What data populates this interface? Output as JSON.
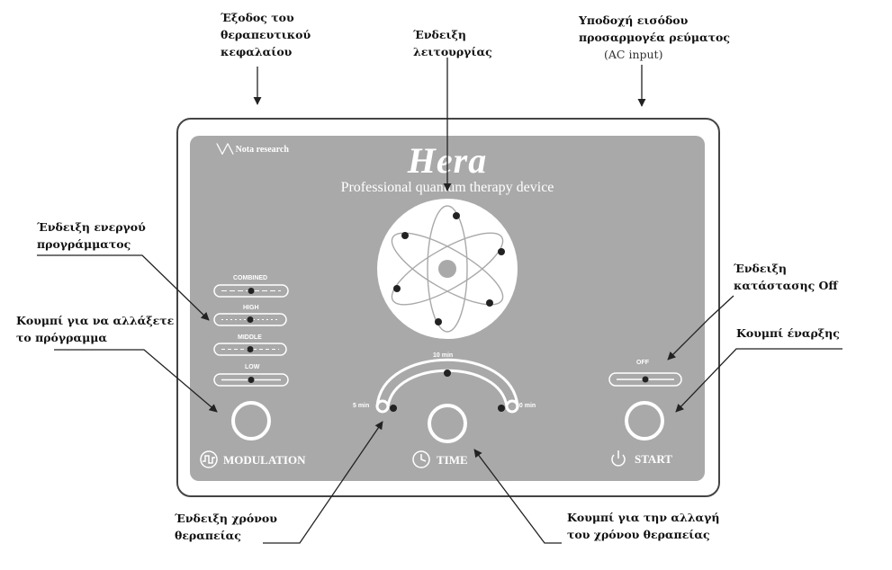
{
  "callouts": {
    "head_output": [
      "Έξοδος του",
      "θεραπευτικού",
      "κεφαλαίου"
    ],
    "operation_indicator": [
      "Ένδειξη",
      "λειτουργίας"
    ],
    "ac_input": [
      "Υποδοχή εισόδου",
      "προσαρμογέα ρεύματος",
      "(AC input)"
    ],
    "active_program": [
      "Ένδειξη ενεργού",
      "προγράμματος"
    ],
    "change_program": [
      "Κουμπί για να αλλάξετε",
      "το πρόγραμμα"
    ],
    "off_indicator": [
      "Ένδειξη",
      "κατάστασης Off"
    ],
    "start_button": [
      "Κουμπί έναρξης"
    ],
    "time_indicator": [
      "Ένδειξη χρόνου",
      "θεραπείας"
    ],
    "time_button": [
      "Κουμπί για την αλλαγή",
      "του χρόνου θεραπείας"
    ]
  },
  "device": {
    "brand": "Nota research",
    "name": "Hera",
    "subtitle": "Professional quantum therapy device",
    "modes": [
      "COMBINED",
      "HIGH",
      "MIDDLE",
      "LOW"
    ],
    "times": [
      "5 min",
      "10 min",
      "20 min"
    ],
    "off_label": "OFF",
    "modulation_label": "MODULATION",
    "time_label": "TIME",
    "start_label": "START",
    "panel_color": "#a9a9a9"
  }
}
